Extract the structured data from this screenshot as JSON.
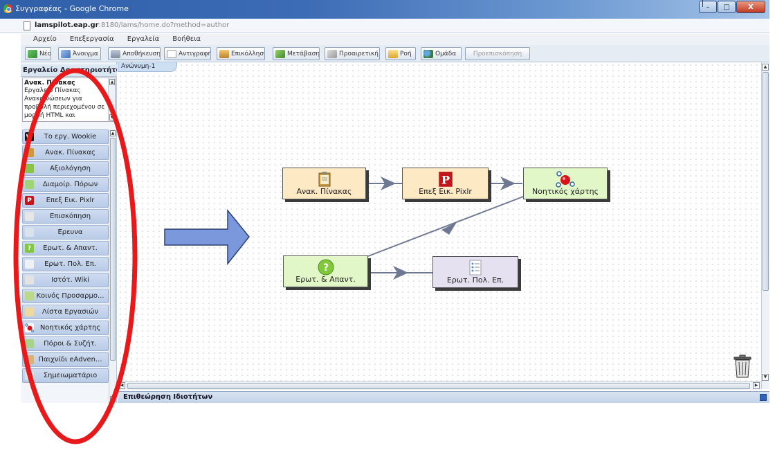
{
  "window": {
    "title": "Συγγραφέας - Google Chrome",
    "controls": {
      "minimize": "–",
      "maximize": "□",
      "close": "X"
    }
  },
  "address": {
    "host": "lamspilot.eap.gr",
    "path": ":8180/lams/home.do?method=author"
  },
  "menu": [
    "Αρχείο",
    "Επεξεργασία",
    "Εργαλεία",
    "Βοήθεια"
  ],
  "toolbar": {
    "new": "Νέο",
    "open": "Άνοιγμα",
    "save": "Αποθήκευση",
    "copy": "Αντιγραφή",
    "paste": "Επικόλληση",
    "transition": "Μετάβαση",
    "optional": "Προαιρετική",
    "flow": "Ροή",
    "group": "Ομάδα",
    "preview": "Προεπισκόπηση"
  },
  "panel": {
    "title": "Εργαλείο Δραστηριοτήτων",
    "description_title": "Ανακ. Πίνακας",
    "description_lines": [
      "Εργαλείο Πίνακας",
      "Ανακοινώσεων για",
      "προβολή περιεχομένου σε",
      "μορφή HTML και"
    ]
  },
  "tools": [
    {
      "label": "Το εργ. Wookie",
      "icon": "wookie-icon"
    },
    {
      "label": "Ανακ. Πίνακας",
      "icon": "noticeboard-icon"
    },
    {
      "label": "Αξιολόγηση",
      "icon": "assessment-icon"
    },
    {
      "label": "Διαμοίρ. Πόρων",
      "icon": "share-resources-icon"
    },
    {
      "label": "Επεξ Εικ. Pixlr",
      "icon": "pixlr-icon"
    },
    {
      "label": "Επισκόπηση",
      "icon": "survey-icon"
    },
    {
      "label": "Ερευνα",
      "icon": "research-icon"
    },
    {
      "label": "Ερωτ. & Απαντ.",
      "icon": "qa-icon"
    },
    {
      "label": "Ερωτ. Πολ. Επ.",
      "icon": "mcq-icon"
    },
    {
      "label": "Ιστότ. Wiki",
      "icon": "wiki-icon"
    },
    {
      "label": "Κοινός Προσαρμο...",
      "icon": "shared-icon"
    },
    {
      "label": "Λίστα Εργασιών",
      "icon": "tasklist-icon"
    },
    {
      "label": "Νοητικός χάρτης",
      "icon": "mindmap-icon"
    },
    {
      "label": "Πόροι & Συζήτ.",
      "icon": "forum-icon"
    },
    {
      "label": "Παιχνίδι eAdven...",
      "icon": "eadventure-icon"
    },
    {
      "label": "Σημειωματάριο",
      "icon": "notebook-icon"
    }
  ],
  "canvas": {
    "tab": "Ανώνυμη-1",
    "activities": [
      {
        "id": "a1",
        "label": "Ανακ. Πίνακας",
        "color": "#fde9c4",
        "icon": "noticeboard-icon"
      },
      {
        "id": "a2",
        "label": "Επεξ Εικ. Pixlr",
        "color": "#fde9c4",
        "icon": "pixlr-icon"
      },
      {
        "id": "a3",
        "label": "Νοητικός χάρτης",
        "color": "#e1f7c7",
        "icon": "mindmap-icon"
      },
      {
        "id": "a4",
        "label": "Ερωτ. & Απαντ.",
        "color": "#e1f7c7",
        "icon": "qa-icon"
      },
      {
        "id": "a5",
        "label": "Ερωτ. Πολ. Επ.",
        "color": "#e6e1f1",
        "icon": "mcq-icon"
      }
    ]
  },
  "status": {
    "properties": "Επιθεώρηση Ιδιοτήτων"
  },
  "colors": {
    "annotation_red": "#e8191b",
    "big_arrow": "#7b98dd",
    "connector": "#6e7893"
  }
}
